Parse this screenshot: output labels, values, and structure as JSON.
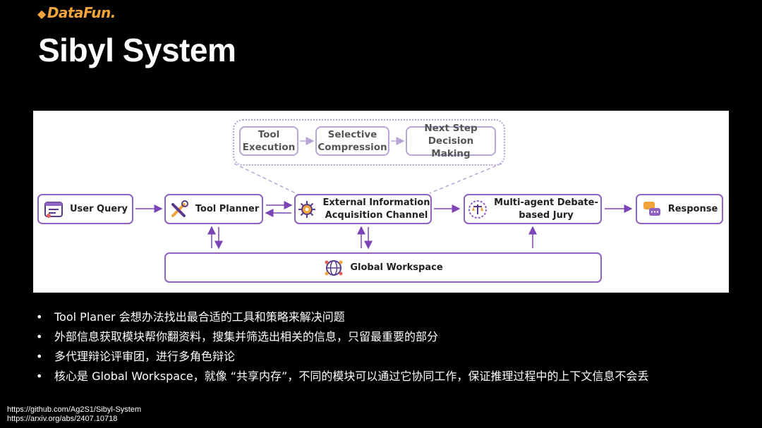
{
  "logo": {
    "text": "DataFun."
  },
  "title": "Sibyl System",
  "diagram": {
    "tool_execution": "Tool\nExecution",
    "selective_compression": "Selective\nCompression",
    "next_step": "Next Step\nDecision Making",
    "user_query": "User Query",
    "tool_planner": "Tool Planner",
    "external_info": "External Information\nAcquisition Channel",
    "jury": "Multi-agent Debate-\nbased Jury",
    "response": "Response",
    "global_workspace": "Global Workspace",
    "colors": {
      "border": "#8e63c2",
      "arrow": "#7b45b5",
      "dashed": "#b7a5d4"
    }
  },
  "bullets": [
    "Tool Planer 会想办法找出最合适的工具和策略来解决问题",
    "外部信息获取模块帮你翻资料，搜集并筛选出相关的信息，只留最重要的部分",
    "多代理辩论评审团，进行多角色辩论",
    "核心是 Global Workspace，就像 “共享内存”，不同的模块可以通过它协同工作，保证推理过程中的上下文信息不会丢"
  ],
  "links": [
    "https://github.com/Ag2S1/Sibyl-System",
    "https://arxiv.org/abs/2407.10718"
  ]
}
